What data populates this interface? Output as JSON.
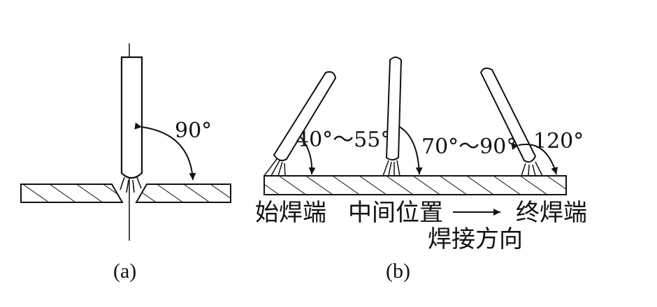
{
  "panel_a": {
    "angle_label": "90°",
    "caption": "(a)"
  },
  "panel_b": {
    "angle_start": "40°～55°",
    "angle_middle": "70°～90°",
    "angle_end": "120°",
    "label_start": "始焊端",
    "label_middle": "中间位置",
    "label_end": "终焊端",
    "direction_label": "焊接方向",
    "caption": "(b)"
  },
  "colors": {
    "ink": "#111111",
    "background": "#ffffff"
  }
}
